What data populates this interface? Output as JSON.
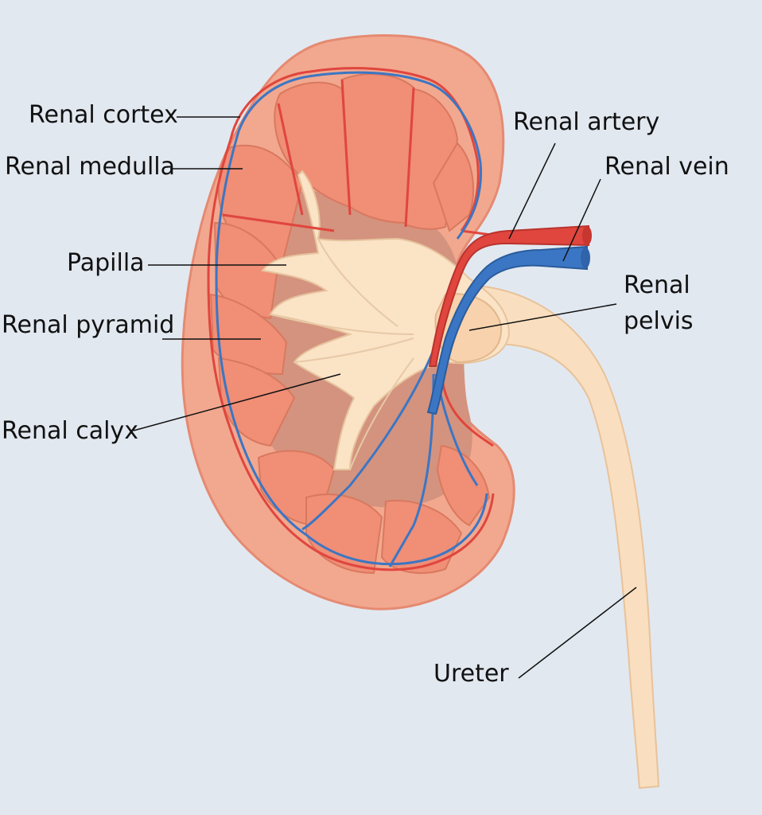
{
  "labels": {
    "renal_cortex": "Renal cortex",
    "renal_medulla": "Renal medulla",
    "papilla": "Papilla",
    "renal_pyramid": "Renal pyramid",
    "renal_calyx": "Renal calyx",
    "renal_artery": "Renal artery",
    "renal_vein": "Renal vein",
    "renal_pelvis_line1": "Renal",
    "renal_pelvis_line2": "pelvis",
    "ureter": "Ureter"
  },
  "colors": {
    "background": "#e2e8f0",
    "cortex": "#f2a88e",
    "cortex_edge": "#e58a72",
    "pyramid": "#f08e76",
    "medulla_inner": "#d4937e",
    "calyx": "#fbe3c6",
    "pelvis": "#f7dcbc",
    "artery": "#e0463e",
    "vein": "#3b76c4",
    "leader_line": "#111111"
  }
}
